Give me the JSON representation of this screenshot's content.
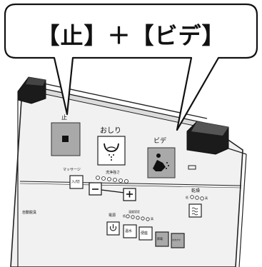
{
  "callout": {
    "title": "【止】＋【ビデ】"
  },
  "panel": {
    "stop_label": "止",
    "oshiri_label": "おしり",
    "bidet_label": "ビデ",
    "massage_label": "マッサージ",
    "massage_button": "入/切",
    "wash_strength_label": "洗浄強さ",
    "dry_label": "乾燥",
    "dry_low": "低",
    "dry_high": "高",
    "auto_clean_label": "自動脱臭",
    "power_label": "電源",
    "temp_setting_label": "温度設定",
    "temp_low": "低",
    "temp_high": "高",
    "btn_water": "温水",
    "btn_seat": "便座",
    "btn_save1": "節電",
    "btn_save2": "おまかせ"
  },
  "colors": {
    "panel_bg": "#efefef",
    "button_gray": "#a9a9a9",
    "black_cap": "#1b1b1b"
  }
}
